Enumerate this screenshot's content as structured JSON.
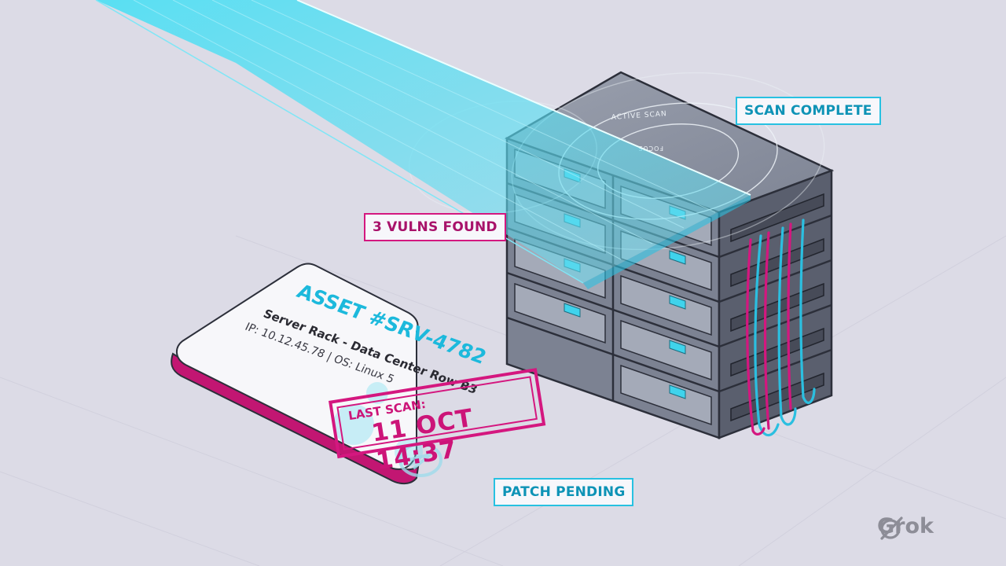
{
  "labels": {
    "scan_complete": "SCAN COMPLETE",
    "vulns_found": "3 VULNS FOUND",
    "patch_pending": "PATCH PENDING"
  },
  "card": {
    "title": "ASSET #SRV-4782",
    "description": "Server Rack - Data Center Row B3",
    "details": "IP: 10.12.45.78 | OS: Linux 5",
    "stamp_label": "LAST SCAN:",
    "stamp_value": "11 OCT 14:37"
  },
  "scanner": {
    "active_label": "ACTIVE SCAN",
    "focus_label": "FOCUS"
  },
  "watermark": {
    "brand": "Grok",
    "icon": "grok-logo-icon"
  },
  "colors": {
    "background": "#dcdbe6",
    "beam_cyan": "#3fd3ec",
    "accent_magenta": "#d4177f",
    "server_body": "#6c7283"
  }
}
